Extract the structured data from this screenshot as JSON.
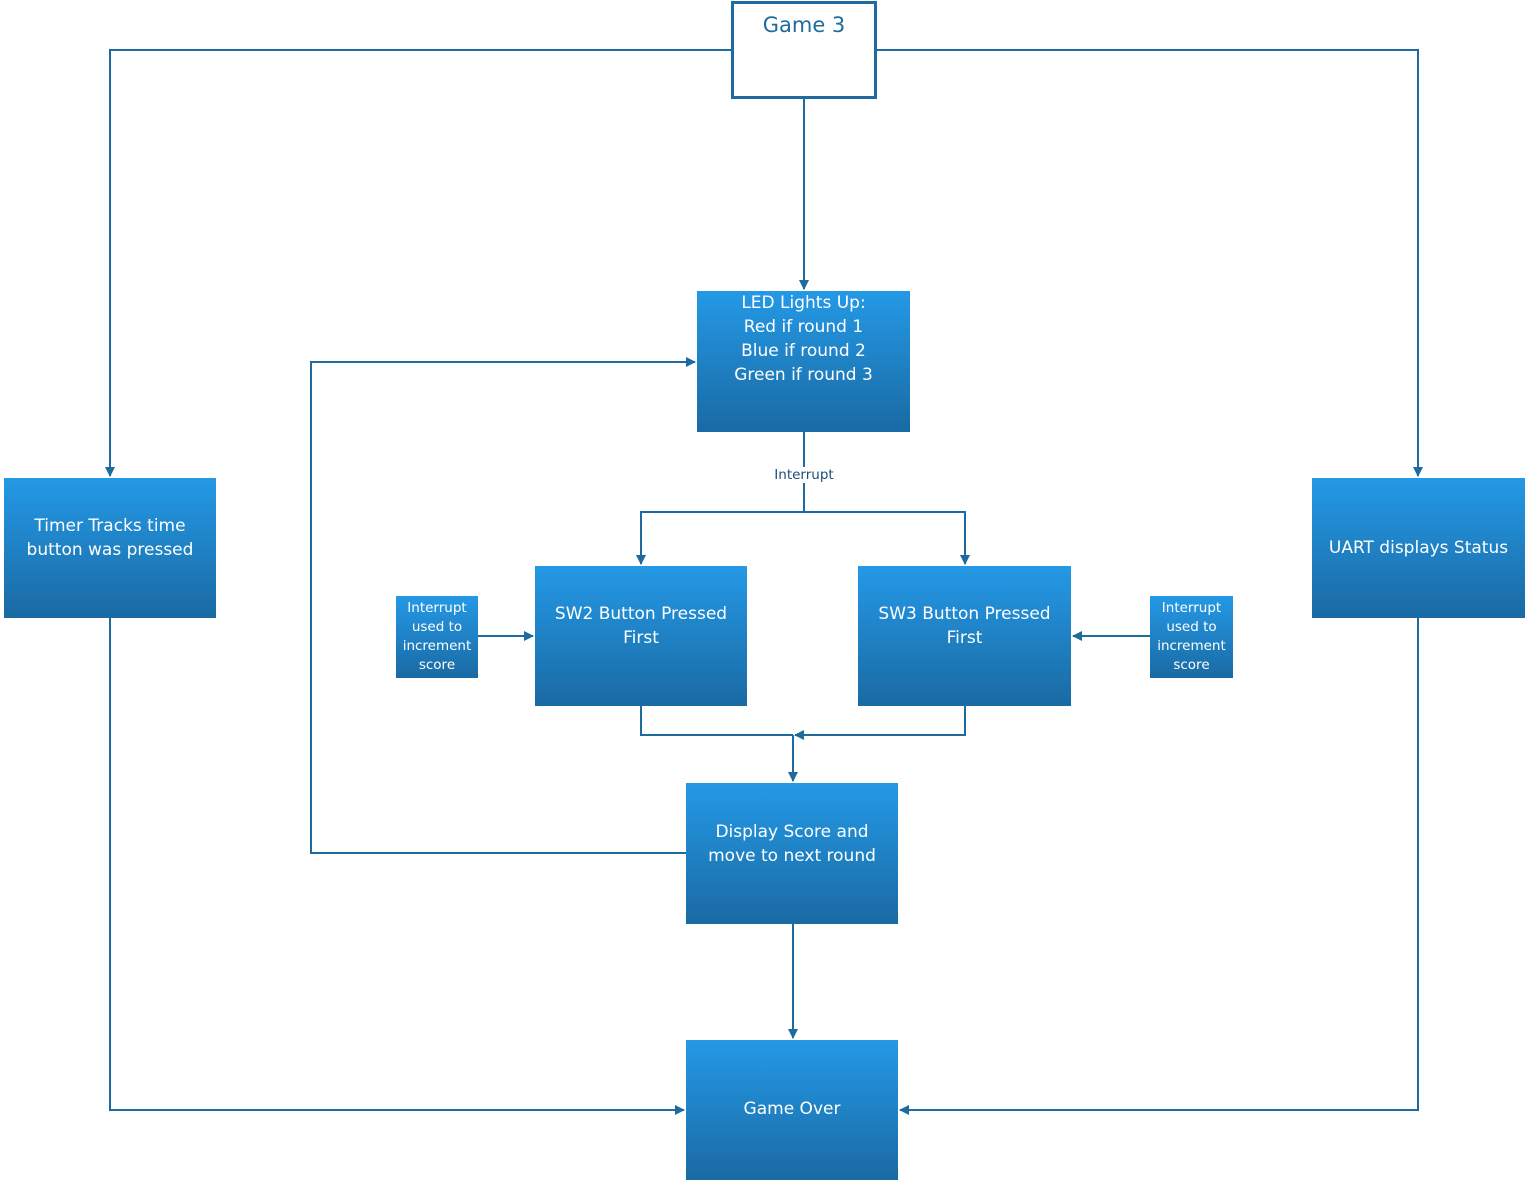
{
  "title": "Game 3",
  "nodes": {
    "led": "LED Lights Up:\nRed if round 1\nBlue if round 2\nGreen if round 3",
    "timer": "Timer Tracks time\nbutton was pressed",
    "uart": "UART displays Status",
    "sw2": "SW2 Button Pressed\nFirst",
    "sw3": "SW3 Button Pressed\nFirst",
    "int_left": "Interrupt\nused to\nincrement\nscore",
    "int_right": "Interrupt\nused to\nincrement\nscore",
    "display": "Display Score and\nmove to next round",
    "gameover": "Game Over"
  },
  "edge_label": "Interrupt",
  "colors": {
    "line": "#1f6a9e",
    "box_top": "#2499e6",
    "box_bottom": "#1a6aa3"
  }
}
